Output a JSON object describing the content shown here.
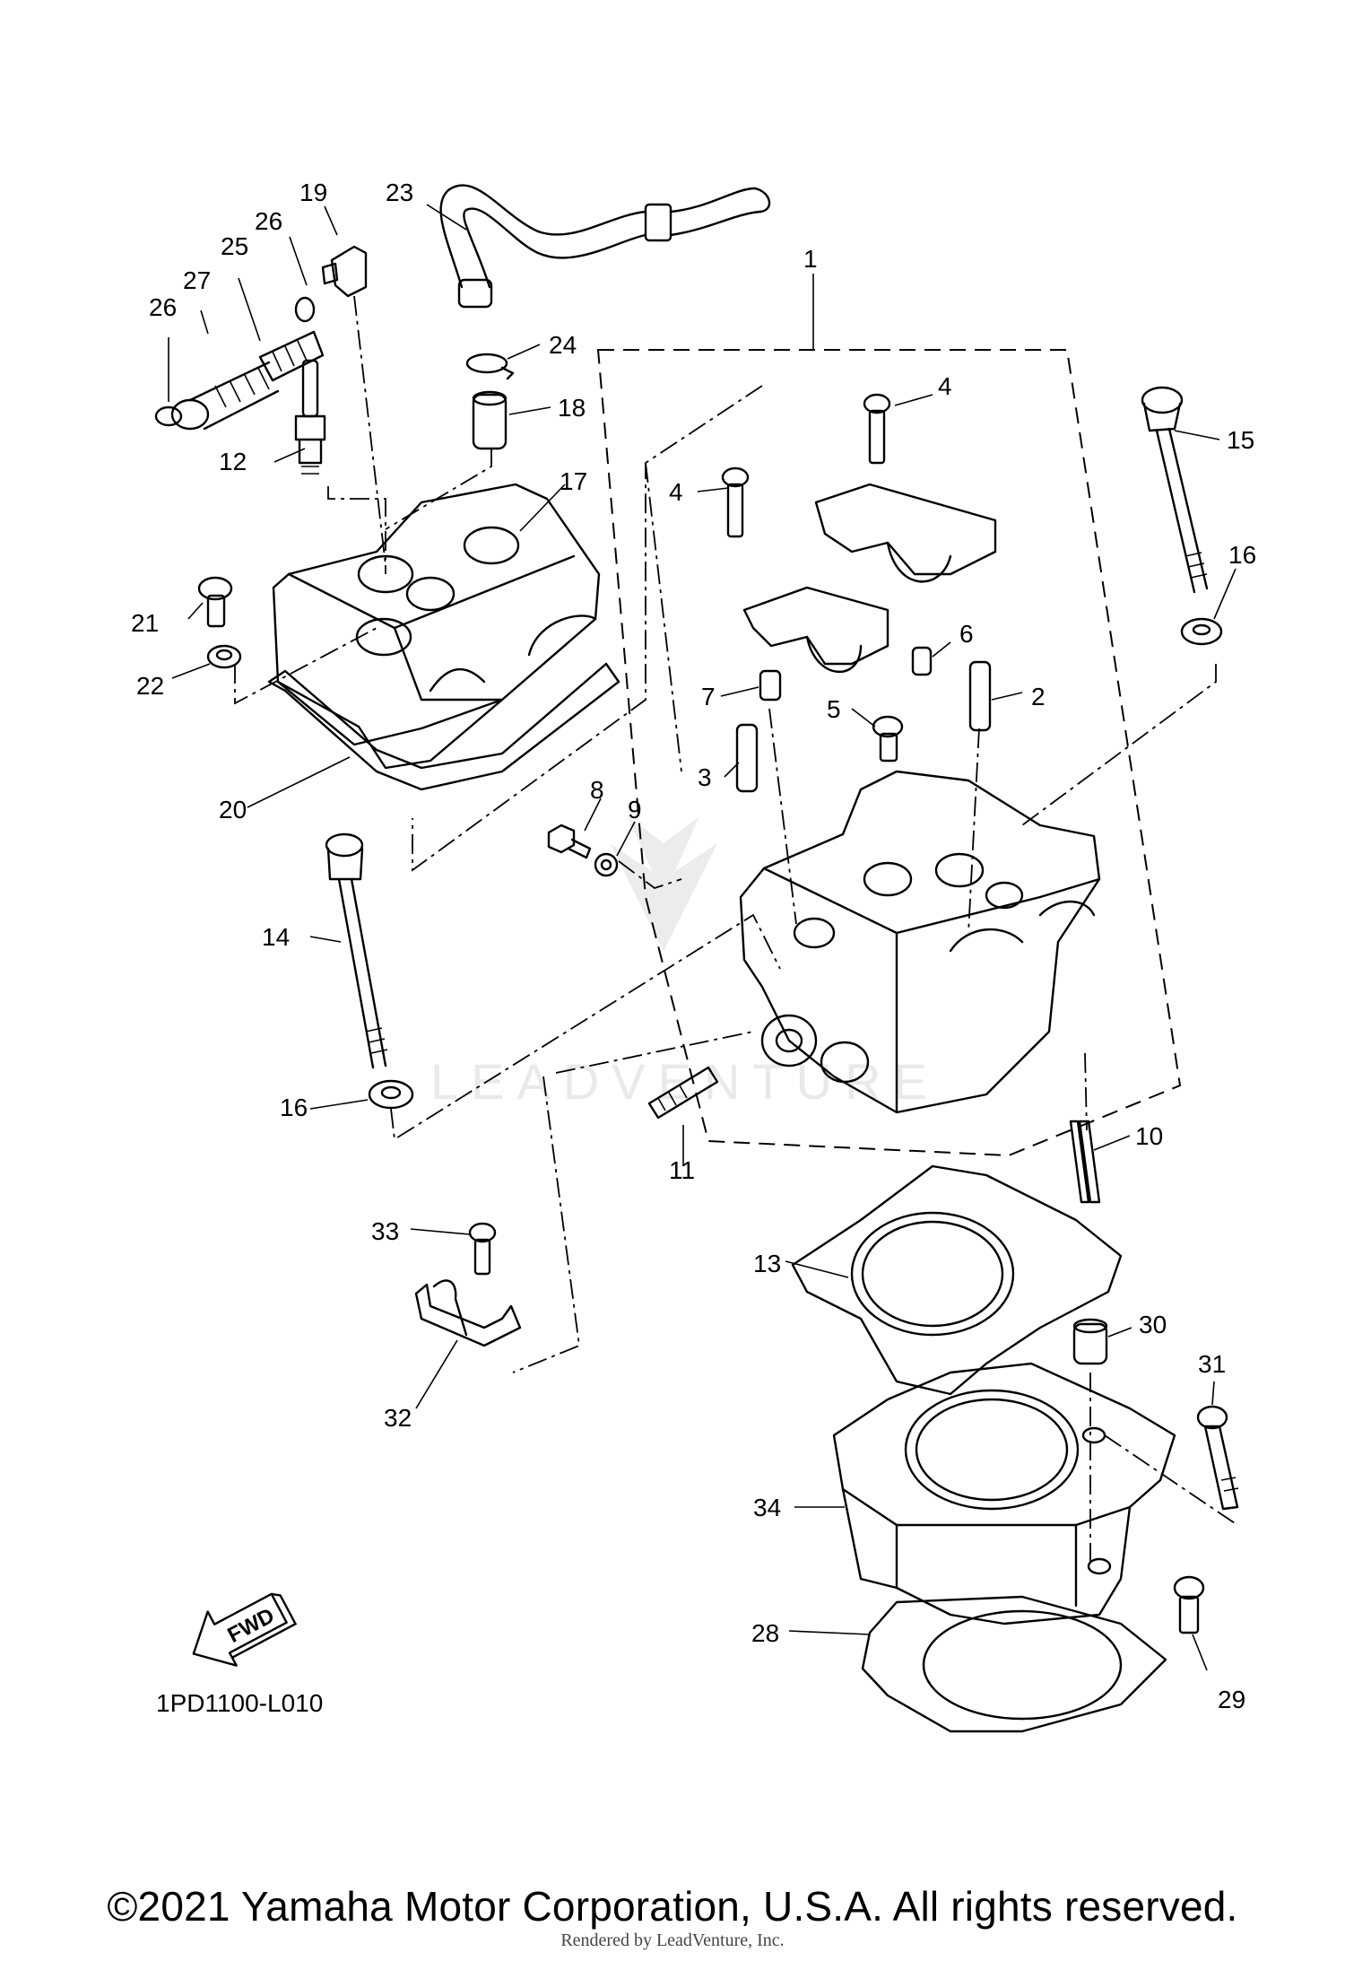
{
  "diagram": {
    "code": "1PD1100-L010",
    "fwd_label": "FWD",
    "watermark": "LEADVENTURE",
    "callouts": [
      {
        "id": "c1",
        "text": "1"
      },
      {
        "id": "c2",
        "text": "2"
      },
      {
        "id": "c3",
        "text": "3"
      },
      {
        "id": "c4a",
        "text": "4"
      },
      {
        "id": "c4b",
        "text": "4"
      },
      {
        "id": "c5",
        "text": "5"
      },
      {
        "id": "c6",
        "text": "6"
      },
      {
        "id": "c7",
        "text": "7"
      },
      {
        "id": "c8",
        "text": "8"
      },
      {
        "id": "c9",
        "text": "9"
      },
      {
        "id": "c10",
        "text": "10"
      },
      {
        "id": "c11",
        "text": "11"
      },
      {
        "id": "c12",
        "text": "12"
      },
      {
        "id": "c13",
        "text": "13"
      },
      {
        "id": "c14",
        "text": "14"
      },
      {
        "id": "c15",
        "text": "15"
      },
      {
        "id": "c16a",
        "text": "16"
      },
      {
        "id": "c16b",
        "text": "16"
      },
      {
        "id": "c17",
        "text": "17"
      },
      {
        "id": "c18",
        "text": "18"
      },
      {
        "id": "c19",
        "text": "19"
      },
      {
        "id": "c20",
        "text": "20"
      },
      {
        "id": "c21",
        "text": "21"
      },
      {
        "id": "c22",
        "text": "22"
      },
      {
        "id": "c23",
        "text": "23"
      },
      {
        "id": "c24",
        "text": "24"
      },
      {
        "id": "c25",
        "text": "25"
      },
      {
        "id": "c26a",
        "text": "26"
      },
      {
        "id": "c26b",
        "text": "26"
      },
      {
        "id": "c27",
        "text": "27"
      },
      {
        "id": "c28",
        "text": "28"
      },
      {
        "id": "c29",
        "text": "29"
      },
      {
        "id": "c30",
        "text": "30"
      },
      {
        "id": "c31",
        "text": "31"
      },
      {
        "id": "c32",
        "text": "32"
      },
      {
        "id": "c33",
        "text": "33"
      },
      {
        "id": "c34",
        "text": "34"
      }
    ]
  },
  "footer": {
    "copyright": "©2021 Yamaha Motor Corporation, U.S.A. All rights reserved.",
    "rendered_by": "Rendered by LeadVenture, Inc."
  }
}
